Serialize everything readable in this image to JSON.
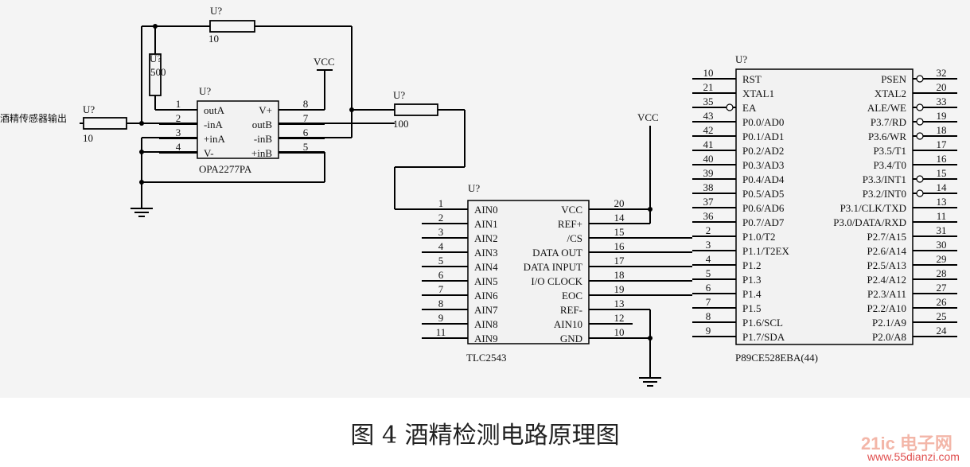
{
  "caption": "图 4 酒精检测电路原理图",
  "watermark": {
    "logo_text": "21ic 电子网",
    "url": "www.55dianzi.com"
  },
  "colors": {
    "background": "#f4f4f4",
    "line": "#000000",
    "watermark": "#e05050"
  },
  "input_label": "酒精传感器输出",
  "resistors": [
    {
      "id": "r_in",
      "ref": "U?",
      "value": "10"
    },
    {
      "id": "r_fb",
      "ref": "U?",
      "value": "10"
    },
    {
      "id": "r_gain",
      "ref": "U?",
      "value": "500"
    },
    {
      "id": "r_out",
      "ref": "U?",
      "value": "100"
    }
  ],
  "power_labels": {
    "opamp_vcc": "VCC",
    "adc_vcc": "VCC"
  },
  "opamp": {
    "ref": "U?",
    "part": "OPA2277PA",
    "left_pins": [
      {
        "num": "1",
        "name": "outA"
      },
      {
        "num": "2",
        "name": "-inA"
      },
      {
        "num": "3",
        "name": "+inA"
      },
      {
        "num": "4",
        "name": "V-"
      }
    ],
    "right_pins": [
      {
        "num": "8",
        "name": "V+"
      },
      {
        "num": "7",
        "name": "outB"
      },
      {
        "num": "6",
        "name": "-inB"
      },
      {
        "num": "5",
        "name": "+inB"
      }
    ]
  },
  "adc": {
    "ref": "U?",
    "part": "TLC2543",
    "left_pins": [
      {
        "num": "1",
        "name": "AIN0"
      },
      {
        "num": "2",
        "name": "AIN1"
      },
      {
        "num": "3",
        "name": "AIN2"
      },
      {
        "num": "4",
        "name": "AIN3"
      },
      {
        "num": "5",
        "name": "AIN4"
      },
      {
        "num": "6",
        "name": "AIN5"
      },
      {
        "num": "7",
        "name": "AIN6"
      },
      {
        "num": "8",
        "name": "AIN7"
      },
      {
        "num": "9",
        "name": "AIN8"
      },
      {
        "num": "11",
        "name": "AIN9"
      }
    ],
    "right_pins": [
      {
        "num": "20",
        "name": "VCC"
      },
      {
        "num": "14",
        "name": "REF+"
      },
      {
        "num": "15",
        "name": "/CS"
      },
      {
        "num": "16",
        "name": "DATA OUT"
      },
      {
        "num": "17",
        "name": "DATA INPUT"
      },
      {
        "num": "18",
        "name": "I/O CLOCK"
      },
      {
        "num": "19",
        "name": "EOC"
      },
      {
        "num": "13",
        "name": "REF-"
      },
      {
        "num": "12",
        "name": "AIN10"
      },
      {
        "num": "10",
        "name": "GND"
      }
    ]
  },
  "mcu": {
    "ref": "U?",
    "part": "P89CE528EBA(44)",
    "left_pins": [
      {
        "num": "10",
        "name": "RST"
      },
      {
        "num": "21",
        "name": "XTAL1"
      },
      {
        "num": "35",
        "name": "EA"
      },
      {
        "num": "43",
        "name": "P0.0/AD0"
      },
      {
        "num": "42",
        "name": "P0.1/AD1"
      },
      {
        "num": "41",
        "name": "P0.2/AD2"
      },
      {
        "num": "40",
        "name": "P0.3/AD3"
      },
      {
        "num": "39",
        "name": "P0.4/AD4"
      },
      {
        "num": "38",
        "name": "P0.5/AD5"
      },
      {
        "num": "37",
        "name": "P0.6/AD6"
      },
      {
        "num": "36",
        "name": "P0.7/AD7"
      },
      {
        "num": "2",
        "name": "P1.0/T2"
      },
      {
        "num": "3",
        "name": "P1.1/T2EX"
      },
      {
        "num": "4",
        "name": "P1.2"
      },
      {
        "num": "5",
        "name": "P1.3"
      },
      {
        "num": "6",
        "name": "P1.4"
      },
      {
        "num": "7",
        "name": "P1.5"
      },
      {
        "num": "8",
        "name": "P1.6/SCL"
      },
      {
        "num": "9",
        "name": "P1.7/SDA"
      }
    ],
    "right_pins": [
      {
        "num": "32",
        "name": "PSEN"
      },
      {
        "num": "20",
        "name": "XTAL2"
      },
      {
        "num": "33",
        "name": "ALE/WE"
      },
      {
        "num": "19",
        "name": "P3.7/RD"
      },
      {
        "num": "18",
        "name": "P3.6/WR"
      },
      {
        "num": "17",
        "name": "P3.5/T1"
      },
      {
        "num": "16",
        "name": "P3.4/T0"
      },
      {
        "num": "15",
        "name": "P3.3/INT1"
      },
      {
        "num": "14",
        "name": "P3.2/INT0"
      },
      {
        "num": "13",
        "name": "P3.1/CLK/TXD"
      },
      {
        "num": "11",
        "name": "P3.0/DATA/RXD"
      },
      {
        "num": "31",
        "name": "P2.7/A15"
      },
      {
        "num": "30",
        "name": "P2.6/A14"
      },
      {
        "num": "29",
        "name": "P2.5/A13"
      },
      {
        "num": "28",
        "name": "P2.4/A12"
      },
      {
        "num": "27",
        "name": "P2.3/A11"
      },
      {
        "num": "26",
        "name": "P2.2/A10"
      },
      {
        "num": "25",
        "name": "P2.1/A9"
      },
      {
        "num": "24",
        "name": "P2.0/A8"
      }
    ]
  }
}
